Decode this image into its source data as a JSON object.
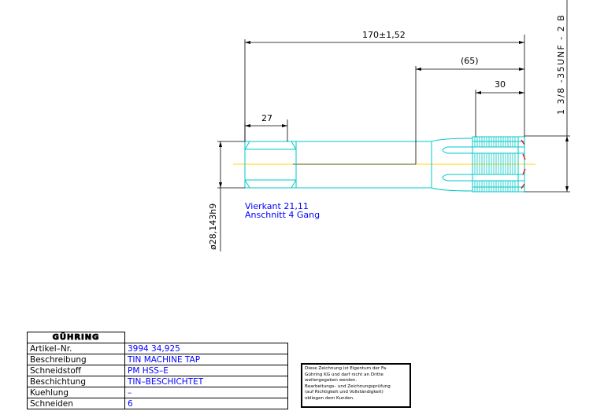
{
  "dimensions": {
    "overall_length": "170±1,52",
    "shank_length": "(65)",
    "thread_length": "30",
    "square_length": "27",
    "shank_diameter": "ø28,143h9",
    "thread_spec": "1 3/8 -35UNF - 2 B"
  },
  "notes": {
    "line1": "Vierkant 21,11",
    "line2": "Anschnitt 4 Gang"
  },
  "title_block": {
    "logo": "GÜHRING",
    "rows": [
      {
        "label": "Artikel–Nr.",
        "value": "3994 34,925"
      },
      {
        "label": "Beschreibung",
        "value": "TIN MACHINE TAP"
      },
      {
        "label": "Schneidstoff",
        "value": "PM HSS–E"
      },
      {
        "label": "Beschichtung",
        "value": "TIN–BESCHICHTET"
      },
      {
        "label": "Kuehlung",
        "value": "–"
      },
      {
        "label": "Schneiden",
        "value": "6"
      }
    ]
  },
  "notice": {
    "lines": [
      "Diese Zeichnung ist Eigentum der Fa.",
      "Gühring KG und darf nicht an Dritte",
      "weitergegeben werden.",
      "Bearbeitungs– und Zeichnungsprüfung",
      "(auf Richtigkeit und Vollständigkeit)",
      "obliegen dem Kunden."
    ]
  },
  "colors": {
    "outline": "#00c8c8",
    "dimension": "#000000",
    "note": "#0000ff",
    "centerline": "#ffd700",
    "chamfer": "#e00000"
  }
}
